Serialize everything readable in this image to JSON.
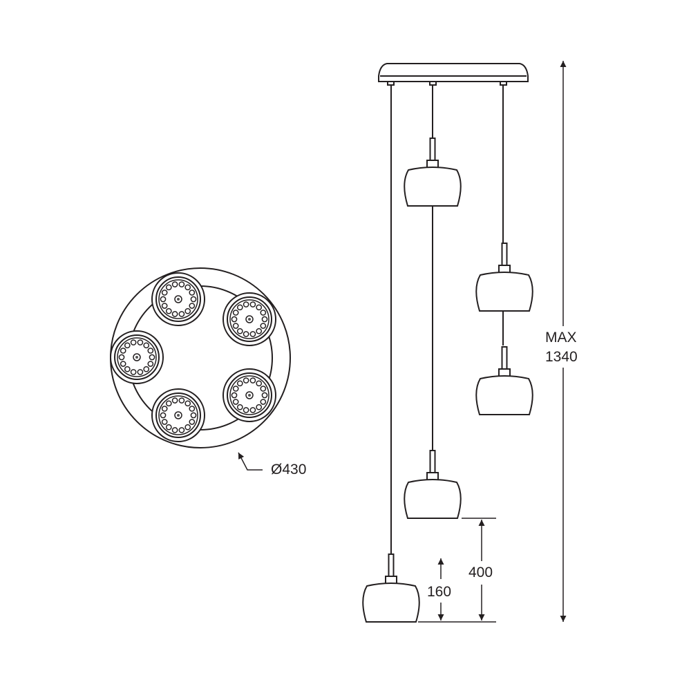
{
  "top_view": {
    "lamp_count": 5,
    "diameter_label": "Ø430"
  },
  "side_view": {
    "pendant_count": 5
  },
  "dimensions": {
    "max_height_label_line1": "MAX",
    "max_height_label_line2": "1340",
    "step_400": "400",
    "step_160": "160"
  },
  "colors": {
    "line": "#231f20",
    "background": "#ffffff"
  }
}
